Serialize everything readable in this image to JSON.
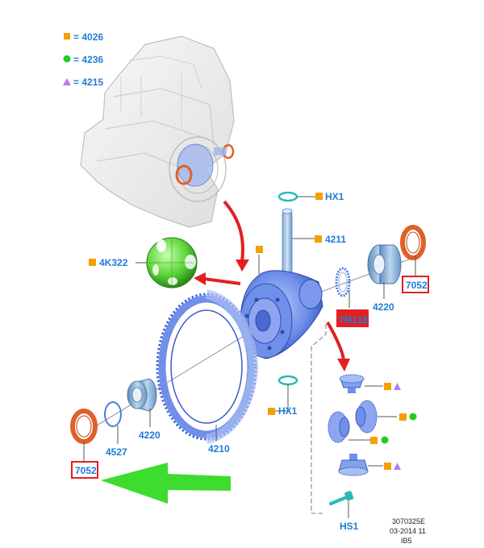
{
  "legend": {
    "square": {
      "code": "4026",
      "color": "#f5a000",
      "text": "= 4026"
    },
    "circle": {
      "code": "4236",
      "color": "#22cc22",
      "text": "= 4236"
    },
    "triangle": {
      "code": "4215",
      "color": "#b07ee8",
      "text": "= 4215"
    }
  },
  "labels": {
    "hx1_top": "HX1",
    "p4211": "4211",
    "p4k322": "4K322",
    "p7052_right": "7052",
    "p7m118": "7M118",
    "p4220_right": "4220",
    "hx1_bottom": "HX1",
    "p4527": "4527",
    "p4220_left": "4220",
    "p4210": "4210",
    "p7052_left": "7052",
    "hs1": "HS1"
  },
  "reference": {
    "line1": "3070325E",
    "line2": "03-2014 11",
    "line3": "IB5"
  },
  "colors": {
    "label_blue": "#1f7bd6",
    "part_blue": "#6f8fe8",
    "seal_orange": "#e0602a",
    "highlight_red": "#e32020",
    "arrow_green": "#3ddc2e",
    "housing_gray": "#c8c8c8",
    "clip_teal": "#2bb8b8"
  }
}
